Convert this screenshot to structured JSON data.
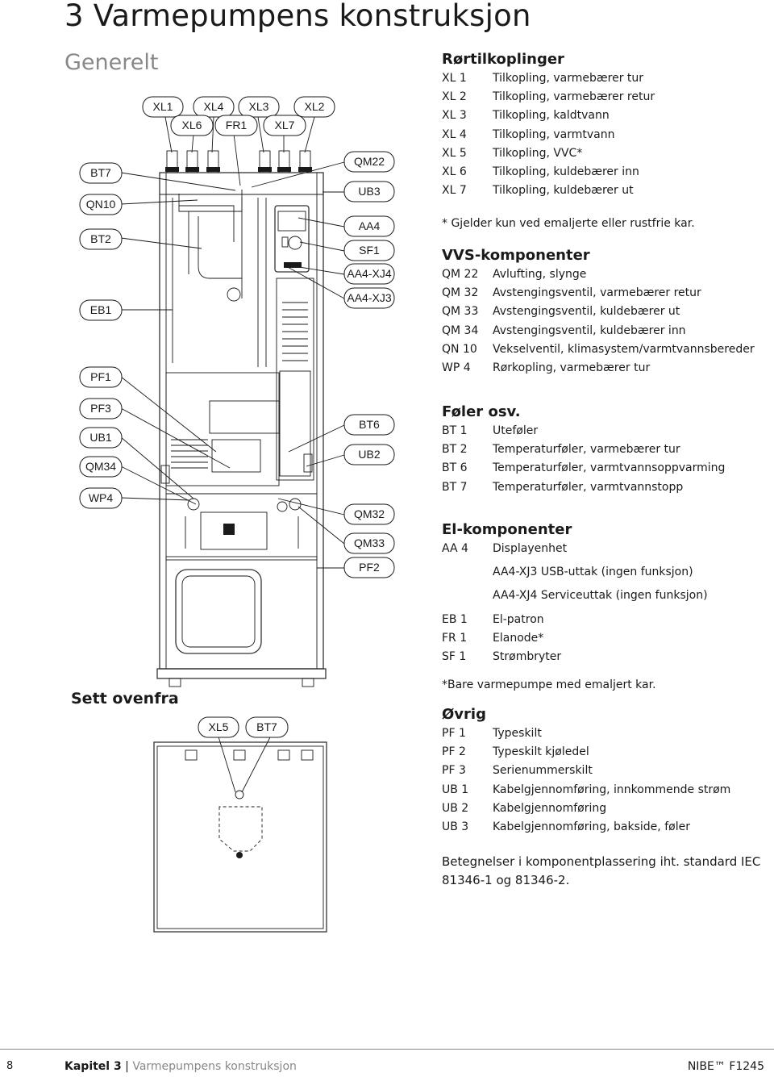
{
  "header": {
    "chapter_title": "3 Varmepumpens konstruksjon",
    "section_title": "Generelt"
  },
  "diagram": {
    "top_labels": [
      "XL1",
      "XL4",
      "XL3",
      "XL2",
      "XL6",
      "FR1",
      "XL7"
    ],
    "left_labels": [
      "BT7",
      "QN10",
      "BT2",
      "EB1",
      "PF1",
      "PF3",
      "UB1",
      "QM34",
      "WP4"
    ],
    "right_labels": [
      "QM22",
      "UB3",
      "AA4",
      "SF1",
      "AA4-XJ4",
      "AA4-XJ3",
      "BT6",
      "UB2",
      "QM32",
      "QM33",
      "PF2"
    ],
    "top_view_title": "Sett ovenfra",
    "top_view_labels": [
      "XL5",
      "BT7"
    ]
  },
  "legend": {
    "pipes": {
      "heading": "Rørtilkoplinger",
      "items": [
        {
          "code": "XL 1",
          "desc": "Tilkopling, varmebærer tur"
        },
        {
          "code": "XL 2",
          "desc": "Tilkopling, varmebærer retur"
        },
        {
          "code": "XL 3",
          "desc": "Tilkopling, kaldtvann"
        },
        {
          "code": "XL 4",
          "desc": "Tilkopling, varmtvann"
        },
        {
          "code": "XL 5",
          "desc": "Tilkopling, VVC*"
        },
        {
          "code": "XL 6",
          "desc": "Tilkopling, kuldebærer inn"
        },
        {
          "code": "XL 7",
          "desc": "Tilkopling, kuldebærer ut"
        }
      ],
      "note": "* Gjelder kun ved emaljerte eller rustfrie kar."
    },
    "vvs": {
      "heading": "VVS-komponenter",
      "items": [
        {
          "code": "QM 22",
          "desc": "Avlufting, slynge"
        },
        {
          "code": "QM 32",
          "desc": "Avstengingsventil, varmebærer retur"
        },
        {
          "code": "QM 33",
          "desc": "Avstengingsventil, kuldebærer ut"
        },
        {
          "code": "QM 34",
          "desc": "Avstengingsventil, kuldebærer inn"
        },
        {
          "code": "QN 10",
          "desc": "Vekselventil, klimasystem/varmtvannsbereder"
        },
        {
          "code": "WP 4",
          "desc": "Rørkopling, varmebærer tur"
        }
      ]
    },
    "sensors": {
      "heading": "Føler osv.",
      "items": [
        {
          "code": "BT 1",
          "desc": "Uteføler"
        },
        {
          "code": "BT 2",
          "desc": "Temperaturføler, varmebærer tur"
        },
        {
          "code": "BT 6",
          "desc": "Temperaturføler, varmtvannsoppvarming"
        },
        {
          "code": "BT 7",
          "desc": "Temperaturføler, varmtvannstopp"
        }
      ]
    },
    "electrical": {
      "heading": "El-komponenter",
      "aa4": {
        "code": "AA 4",
        "desc": "Displayenhet"
      },
      "sub1": "AA4-XJ3 USB-uttak (ingen funksjon)",
      "sub2": "AA4-XJ4 Serviceuttak (ingen funksjon)",
      "items": [
        {
          "code": "EB 1",
          "desc": "El-patron"
        },
        {
          "code": "FR 1",
          "desc": "Elanode*"
        },
        {
          "code": "SF 1",
          "desc": "Strømbryter"
        }
      ],
      "note": "*Bare varmepumpe med emaljert kar."
    },
    "other": {
      "heading": "Øvrig",
      "items": [
        {
          "code": "PF 1",
          "desc": "Typeskilt"
        },
        {
          "code": "PF 2",
          "desc": "Typeskilt kjøledel"
        },
        {
          "code": "PF 3",
          "desc": "Serienummerskilt"
        },
        {
          "code": "UB 1",
          "desc": "Kabelgjennomføring, innkommende strøm"
        },
        {
          "code": "UB 2",
          "desc": "Kabelgjennomføring"
        },
        {
          "code": "UB 3",
          "desc": "Kabelgjennomføring, bakside, føler"
        }
      ]
    },
    "standard_note": "Betegnelser i komponentplassering iht. standard IEC 81346-1 og 81346-2."
  },
  "footer": {
    "page_number": "8",
    "chapter_label": "Kapitel 3",
    "chapter_name": "Varmepumpens konstruksjon",
    "product": "NIBE™ F1245"
  }
}
